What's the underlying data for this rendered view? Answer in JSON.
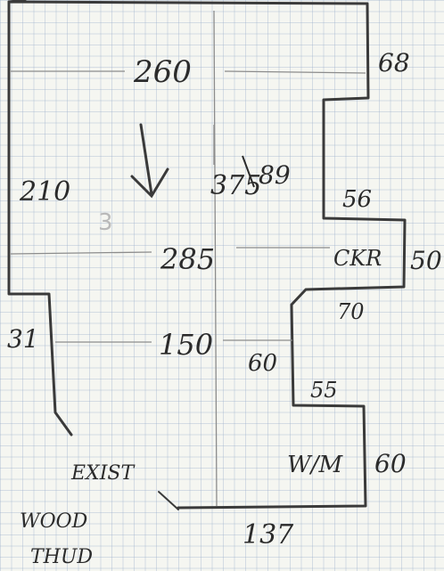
{
  "plan": {
    "top_width": "260",
    "mid_width": "285",
    "lower_width": "150",
    "bottom_width": "137",
    "height_upper_left": "210",
    "height_main": "375",
    "height_main_corrected": "89",
    "step_top_right": "68",
    "step_56": "56",
    "step_50": "50",
    "step_70": "70",
    "step_60_mid": "60",
    "step_55": "55",
    "step_60_right": "60",
    "left_31": "31",
    "label_ckr": "CKR",
    "label_wm": "W/M",
    "label_exist": "EXIST",
    "label_wood": "WOOD",
    "label_thud": "THUD",
    "pencil_mark": "3"
  }
}
